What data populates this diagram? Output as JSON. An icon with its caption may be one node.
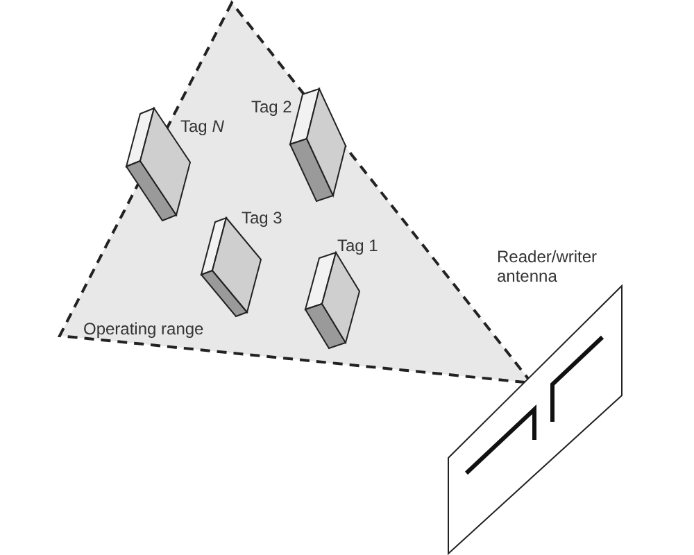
{
  "diagram": {
    "nodes": [
      {
        "text": [
          "Operating range"
        ]
      },
      {
        "text": [
          "Tag *N*"
        ],
        "in": 0
      },
      {
        "text": [
          "Tag 2"
        ],
        "in": 0
      },
      {
        "text": [
          "Tag 3"
        ],
        "in": 0
      },
      {
        "text": [
          "Tag 1"
        ],
        "in": 0
      },
      {
        "text": [
          "Reader/writer antenna"
        ]
      }
    ]
  }
}
